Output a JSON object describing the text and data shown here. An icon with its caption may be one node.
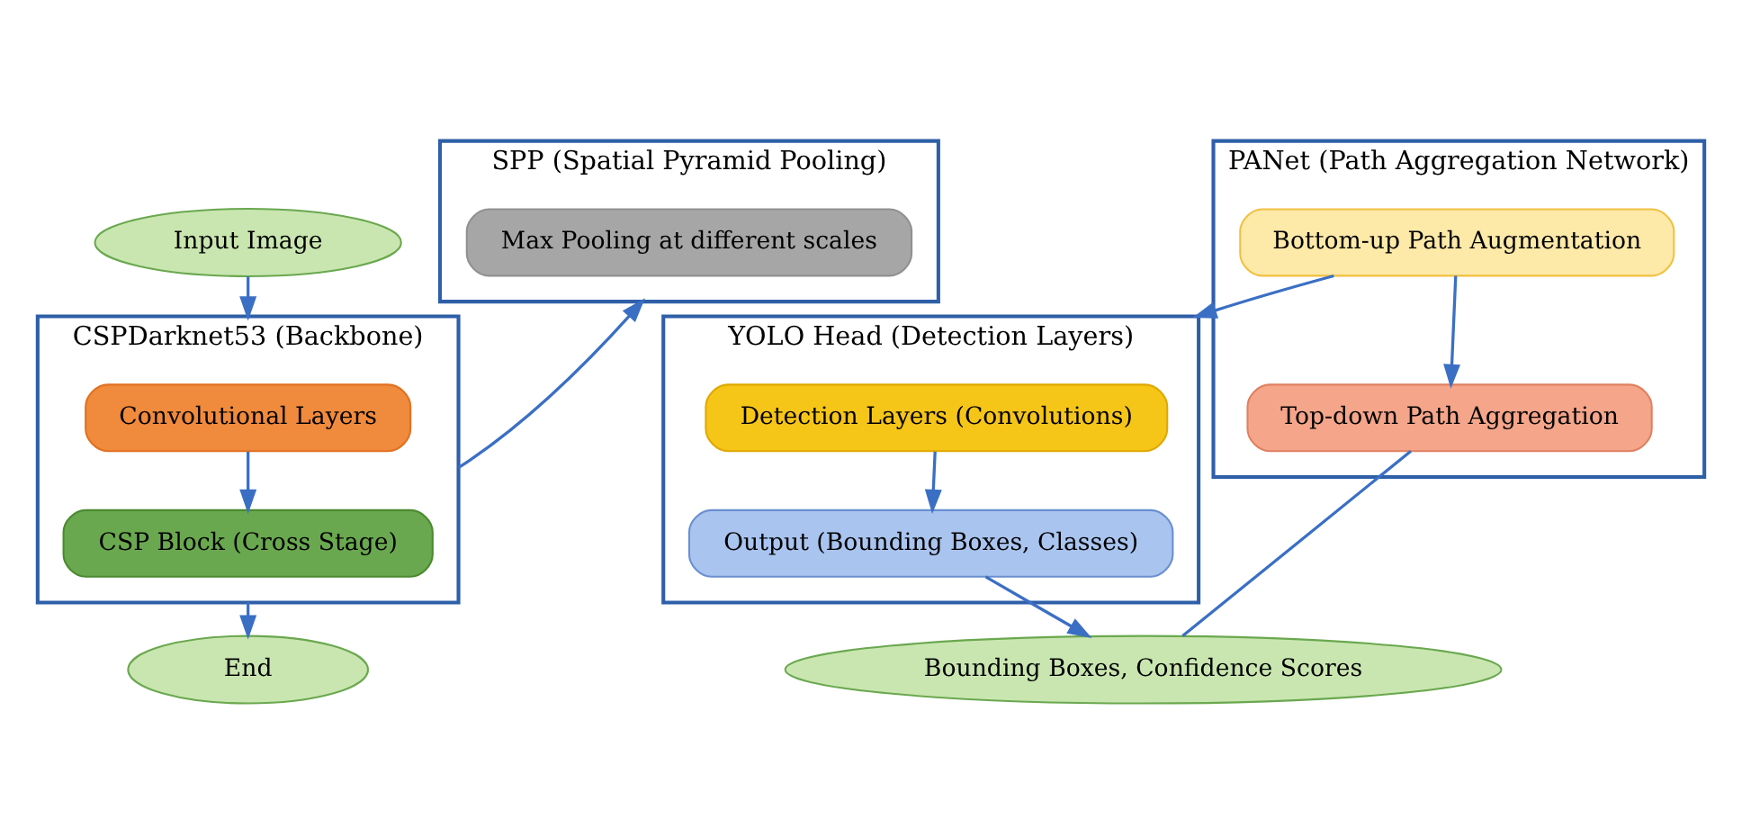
{
  "diagram": {
    "nodes": [
      {
        "text": [
          "Input Image"
        ]
      },
      {
        "text": [
          "CSPDarknet53 (Backbone)"
        ]
      },
      {
        "text": [
          "Convolutional Layers"
        ],
        "in": 1
      },
      {
        "text": [
          "CSP Block (Cross Stage)"
        ],
        "in": 1
      },
      {
        "text": [
          "End"
        ]
      },
      {
        "text": [
          "SPP (Spatial Pyramid Pooling)"
        ]
      },
      {
        "text": [
          "Max Pooling at different scales"
        ],
        "in": 5
      },
      {
        "text": [
          "PANet (Path Aggregation Network)"
        ]
      },
      {
        "text": [
          "Bottom-up Path Augmentation"
        ],
        "in": 7
      },
      {
        "text": [
          "Top-down Path Aggregation"
        ],
        "in": 7
      },
      {
        "text": [
          "YOLO Head (Detection Layers)"
        ]
      },
      {
        "text": [
          "Detection Layers (Convolutions)"
        ],
        "in": 10
      },
      {
        "text": [
          "Output (Bounding Boxes, Classes)"
        ],
        "in": 10
      },
      {
        "text": [
          "Bounding Boxes, Confidence Scores"
        ]
      }
    ],
    "edges": [
      {
        "from": 0,
        "to": 1,
        "arrow": "to"
      },
      {
        "from": 2,
        "to": 3,
        "arrow": "to"
      },
      {
        "from": 1,
        "to": 4,
        "arrow": "to"
      },
      {
        "from": 1,
        "to": 5,
        "arrow": "to"
      },
      {
        "from": 8,
        "to": 9,
        "arrow": "to"
      },
      {
        "from": 8,
        "to": 10,
        "arrow": "to"
      },
      {
        "from": 11,
        "to": 12,
        "arrow": "to"
      },
      {
        "from": 12,
        "to": 13,
        "arrow": "to"
      },
      {
        "from": 9,
        "to": 13,
        "arrow": "none"
      }
    ]
  }
}
